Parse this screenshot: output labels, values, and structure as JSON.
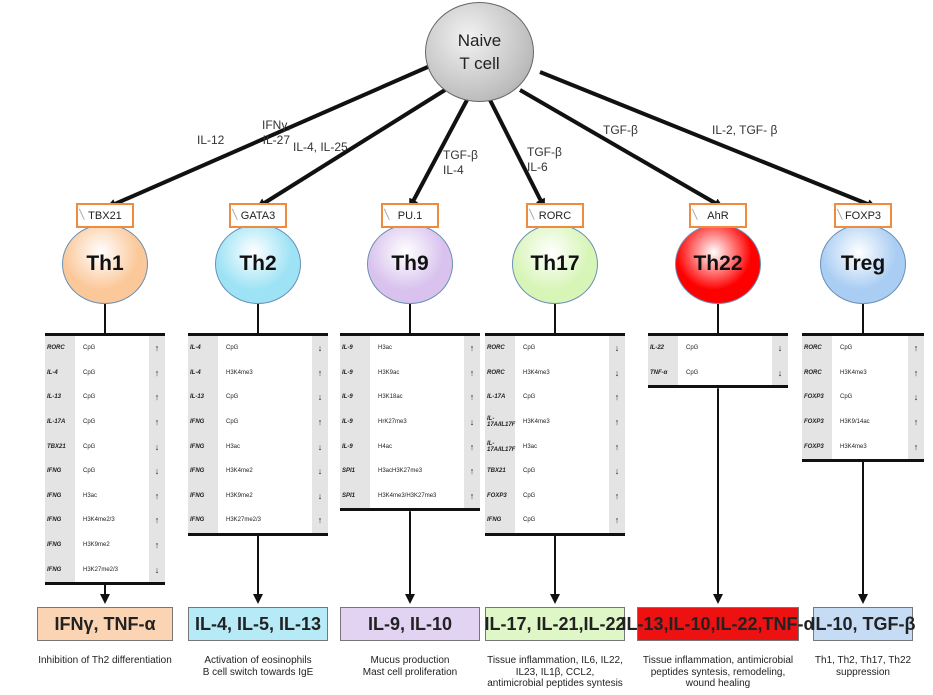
{
  "root": {
    "label": "Naive\nT cell"
  },
  "edge_labels": [
    {
      "id": "e1",
      "text": "IFNγ,\nIL-27"
    },
    {
      "id": "e2",
      "text": "IL-12"
    },
    {
      "id": "e3",
      "text": "IL-4, IL-25"
    },
    {
      "id": "e4",
      "text": "TGF-β\nIL-4"
    },
    {
      "id": "e5",
      "text": "TGF-β\nIL-6"
    },
    {
      "id": "e6",
      "text": "TGF-β"
    },
    {
      "id": "e7",
      "text": "IL-2, TGF- β"
    }
  ],
  "subsets": [
    {
      "name": "Th1",
      "tf": "TBX21",
      "color": "#fbc89a",
      "rows": [
        [
          "RORC",
          "CpG",
          "↑"
        ],
        [
          "IL-4",
          "CpG",
          "↑"
        ],
        [
          "IL-13",
          "CpG",
          "↑"
        ],
        [
          "IL-17A",
          "CpG",
          "↑"
        ],
        [
          "TBX21",
          "CpG",
          "↓"
        ],
        [
          "IFNG",
          "CpG",
          "↓"
        ],
        [
          "IFNG",
          "H3ac",
          "↑"
        ],
        [
          "IFNG",
          "H3K4me2/3",
          "↑"
        ],
        [
          "IFNG",
          "H3K9me2",
          "↑"
        ],
        [
          "IFNG",
          "H3K27me2/3",
          "↓"
        ]
      ],
      "cytokines": "IFNγ, TNF-α",
      "cyt_color": "#fbd4b4",
      "desc": "Inhibition of Th2 differentiation"
    },
    {
      "name": "Th2",
      "tf": "GATA3",
      "color": "#9de3f5",
      "rows": [
        [
          "IL-4",
          "CpG",
          "↓"
        ],
        [
          "IL-4",
          "H3K4me3",
          "↑"
        ],
        [
          "IL-13",
          "CpG",
          "↓"
        ],
        [
          "IFNG",
          "CpG",
          "↑"
        ],
        [
          "IFNG",
          "H3ac",
          "↓"
        ],
        [
          "IFNG",
          "H3K4me2",
          "↓"
        ],
        [
          "IFNG",
          "H3K9me2",
          "↓"
        ],
        [
          "IFNG",
          "H3K27me2/3",
          "↑"
        ]
      ],
      "cytokines": "IL-4, IL-5, IL-13",
      "cyt_color": "#b7eaf7",
      "desc": "Activation of eosinophils\nB cell switch towards IgE"
    },
    {
      "name": "Th9",
      "tf": "PU.1",
      "color": "#d9c3ee",
      "rows": [
        [
          "IL-9",
          "H3ac",
          "↑"
        ],
        [
          "IL-9",
          "H3K9ac",
          "↑"
        ],
        [
          "IL-9",
          "H3K18ac",
          "↑"
        ],
        [
          "IL-9",
          "HrK27me3",
          "↓"
        ],
        [
          "IL-9",
          "H4ac",
          "↑"
        ],
        [
          "SPI1",
          "H3acH3K27me3",
          "↑"
        ],
        [
          "SPI1",
          "H3K4me3/H3K27me3",
          "↑"
        ]
      ],
      "cytokines": "IL-9, IL-10",
      "cyt_color": "#e3d3f2",
      "desc": "Mucus production\nMast cell proliferation"
    },
    {
      "name": "Th17",
      "tf": "RORC",
      "color": "#d8f5b8",
      "rows": [
        [
          "RORC",
          "CpG",
          "↓"
        ],
        [
          "RORC",
          "H3K4me3",
          "↓"
        ],
        [
          "IL-17A",
          "CpG",
          "↑"
        ],
        [
          "IL-17A/IL17F",
          "H3K4me3",
          "↑"
        ],
        [
          "IL-17A/IL17F",
          "H3ac",
          "↑"
        ],
        [
          "TBX21",
          "CpG",
          "↓"
        ],
        [
          "FOXP3",
          "CpG",
          "↑"
        ],
        [
          "IFNG",
          "CpG",
          "↑"
        ]
      ],
      "cytokines": "IL-17, IL-21,IL-22",
      "cyt_color": "#dff7c7",
      "desc": "Tissue inflammation, IL6, IL22,\nIL23, IL1β, CCL2,\nantimicrobial peptides syntesis"
    },
    {
      "name": "Th22",
      "tf": "AhR",
      "color": "#ff0000",
      "rows": [
        [
          "IL-22",
          "CpG",
          "↓"
        ],
        [
          "TNF-α",
          "CpG",
          "↓"
        ]
      ],
      "cytokines": "IL-13,IL-10,IL-22,TNF-α",
      "cyt_color": "#ee1111",
      "desc": "Tissue inflammation, antimicrobial\npeptides syntesis, remodeling,\nwound healing"
    },
    {
      "name": "Treg",
      "tf": "FOXP3",
      "color": "#a9cdf3",
      "rows": [
        [
          "RORC",
          "CpG",
          "↑"
        ],
        [
          "RORC",
          "H3K4me3",
          "↑"
        ],
        [
          "FOXP3",
          "CpG",
          "↓"
        ],
        [
          "FOXP3",
          "H3K9/14ac",
          "↑"
        ],
        [
          "FOXP3",
          "H3K4me3",
          "↑"
        ]
      ],
      "cytokines": "IL-10, TGF-β",
      "cyt_color": "#c6dcf5",
      "desc": "Th1, Th2, Th17, Th22\nsuppression"
    }
  ]
}
